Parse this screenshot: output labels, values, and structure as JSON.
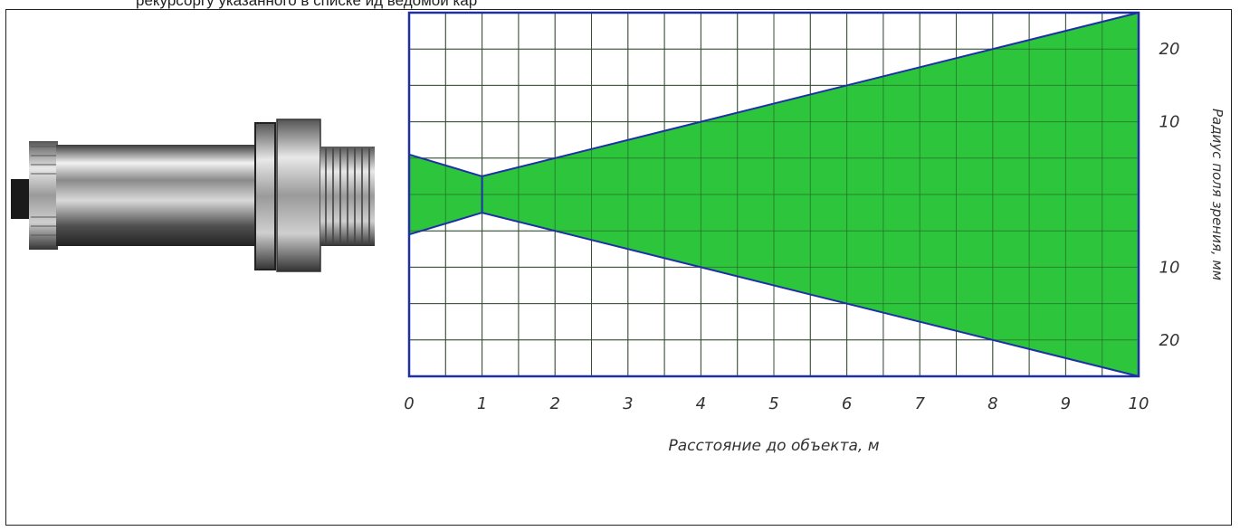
{
  "page": {
    "top_text": "рекурсоргу указанного в списке ид ведомой кар"
  },
  "chart_data": {
    "type": "area",
    "x": [
      0,
      1,
      10
    ],
    "upper": [
      5.5,
      2.5,
      25
    ],
    "lower": [
      -5.5,
      -2.5,
      -25
    ],
    "xlim": [
      0,
      10
    ],
    "ylim": [
      -25,
      25
    ],
    "x_ticks": [
      "0",
      "1",
      "2",
      "3",
      "4",
      "5",
      "6",
      "7",
      "8",
      "9",
      "10"
    ],
    "y_tick_labels": [
      {
        "value": 20,
        "label": "20"
      },
      {
        "value": 10,
        "label": "10"
      },
      {
        "value": -10,
        "label": "10"
      },
      {
        "value": -20,
        "label": "20"
      }
    ],
    "xlabel": "Расстояние до объекта, м",
    "ylabel": "Радиус поля зрения, мм",
    "grid": true,
    "fill_color": "#22c232",
    "edge_color": "#1f2fa8",
    "grid_color": "#444444"
  }
}
